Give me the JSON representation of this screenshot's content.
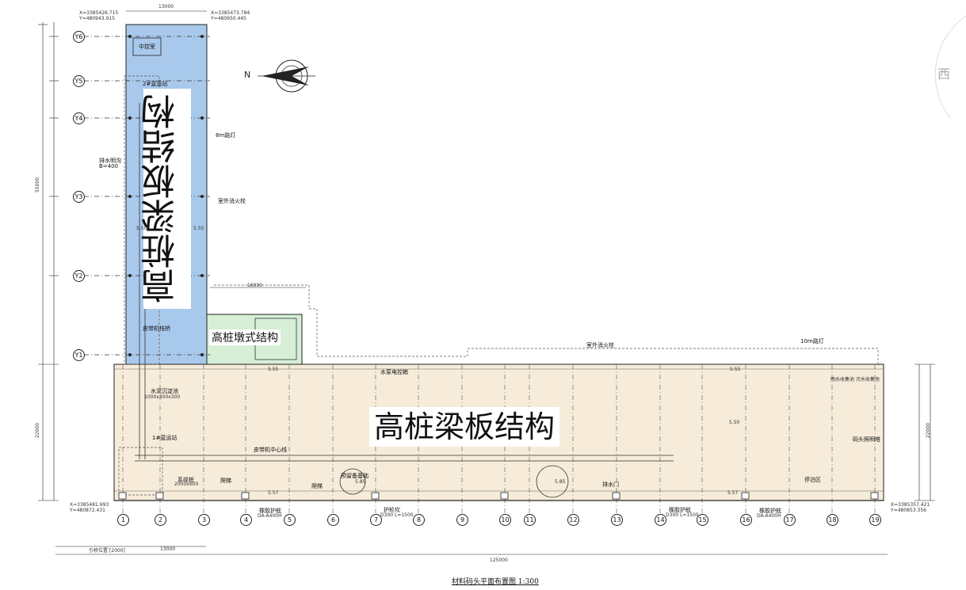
{
  "zones": {
    "pier_upper_label": "高桩梁板结构",
    "pier_mid_label": "高桩墩式结构",
    "wharf_label": "高桩梁板结构"
  },
  "colors": {
    "pier_blue": "#a9c9ec",
    "pier_green": "#d6efd6",
    "wharf_beige": "#f6ecd9"
  },
  "grid_y": [
    "Y6",
    "Y5",
    "Y4",
    "Y3",
    "Y2",
    "Y1"
  ],
  "grid_x": [
    "1",
    "2",
    "3",
    "4",
    "5",
    "6",
    "7",
    "8",
    "9",
    "10",
    "11",
    "12",
    "13",
    "14",
    "15",
    "16",
    "17",
    "18",
    "19"
  ],
  "labels": {
    "control_room": "中控室",
    "dock2": "2#趸运站",
    "light8": "8m路灯",
    "hydrant1": "室外消火栓",
    "drain_ditch": "排水明沟",
    "drain_b": "B=400",
    "pipe_bracket": "皮带机栈桥",
    "light10": "10m路灯",
    "hydrant2": "室外消火栓",
    "water_box": "水泵电控箱",
    "reclaim_pit": "水泥沉淀池",
    "reclaim_size": "1000x300x300",
    "dock1": "1#趸运站",
    "belt_center": "皮带机中心线",
    "bollard": "系缆桩",
    "bollard_size": "2000x600",
    "ladder": "爬梯",
    "fender": "橡胶护舷",
    "fender_spec": "DA-A400H",
    "fender_spec2": "DA-A400H",
    "reserved": "预留备基础",
    "curb": "护轮坎",
    "mooring": "停泊区",
    "sewage": "雨水收集池 污水收集池",
    "lamp": "码头照明塔",
    "drain_gate": "排水门",
    "bottom_fender": "橡胶护舷",
    "bottom_fender_d": "D300 L=1500",
    "bottom_fender2": "橡胶护舷",
    "bottom_fender2_d": "D300 L=1500",
    "west": "西",
    "north": "N",
    "coord_tl": "X=3385426.715 Y=480943.915",
    "coord_tr": "X=3385473.784 Y=480950.445",
    "coord_bl": "X=3385481.993 Y=480872.431",
    "coord_br": "X=3385357.421 Y=480853.356",
    "dim_top": "13000",
    "dim_16000": "16000",
    "dim_bottom_total": "125000",
    "dim_bottom_left": "13000",
    "dim_bottom_left_tag": "引桥位置 [2000]",
    "dim_left_total": "55000",
    "dim_22000_l": "22000",
    "dim_22000_r": "22000",
    "elev_555": "5.55",
    "elev_550": "5.50",
    "elev_557": "5.57",
    "elev_585": "5.85"
  },
  "footer": {
    "title": "材料码头平面布置图",
    "scale": "1:300"
  }
}
